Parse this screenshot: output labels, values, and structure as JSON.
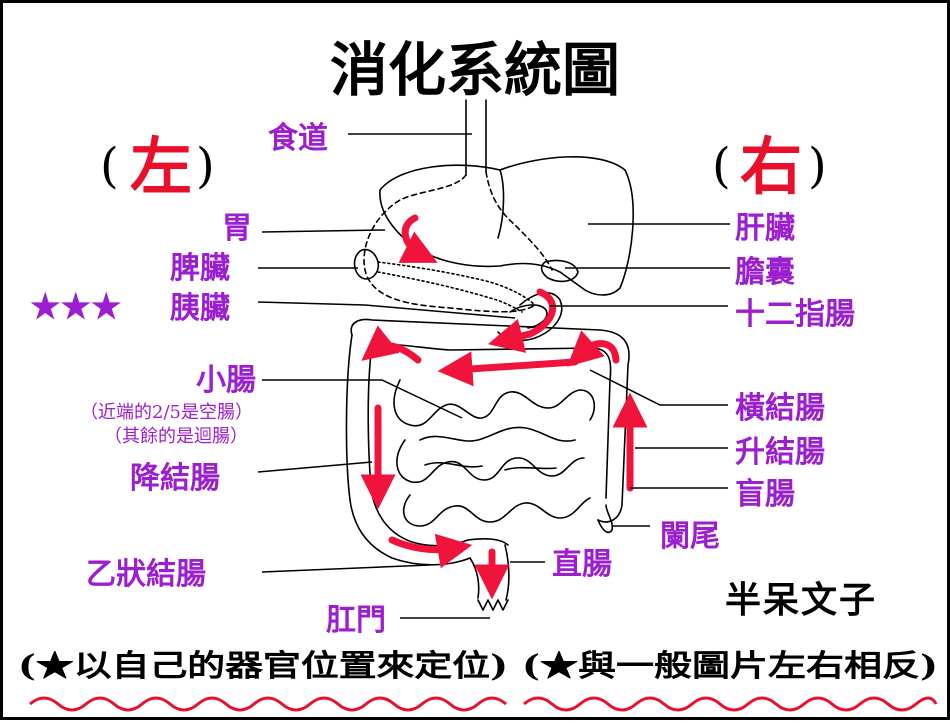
{
  "title": "消化系統圖",
  "side_labels": {
    "left": "左",
    "right": "右",
    "paren_open": "(",
    "paren_close": ")"
  },
  "left_labels": {
    "esophagus": "食道",
    "stomach": "胃",
    "spleen": "脾臟",
    "pancreas": "胰臟",
    "stars": "★★★",
    "small_intestine": "小腸",
    "small_note_1": "（近端的2/5是空腸）",
    "small_note_2": "（其餘的是迴腸）",
    "descending_colon": "降結腸",
    "sigmoid_colon": "乙狀結腸",
    "anus": "肛門"
  },
  "right_labels": {
    "liver": "肝臟",
    "gallbladder": "膽囊",
    "duodenum": "十二指腸",
    "transverse_colon": "橫結腸",
    "ascending_colon": "升結腸",
    "cecum": "盲腸",
    "appendix": "闌尾",
    "rectum": "直腸"
  },
  "logo": "半呆文子",
  "footer": {
    "left_note": "(★以自己的器官位置來定位)",
    "right_note": "(★與一般圖片左右相反)"
  },
  "colors": {
    "label_purple": "#9b1fd0",
    "side_red": "#e8102a",
    "arrow_red": "#f0143c",
    "outline": "#000000",
    "wavy_red": "#e8102a"
  }
}
